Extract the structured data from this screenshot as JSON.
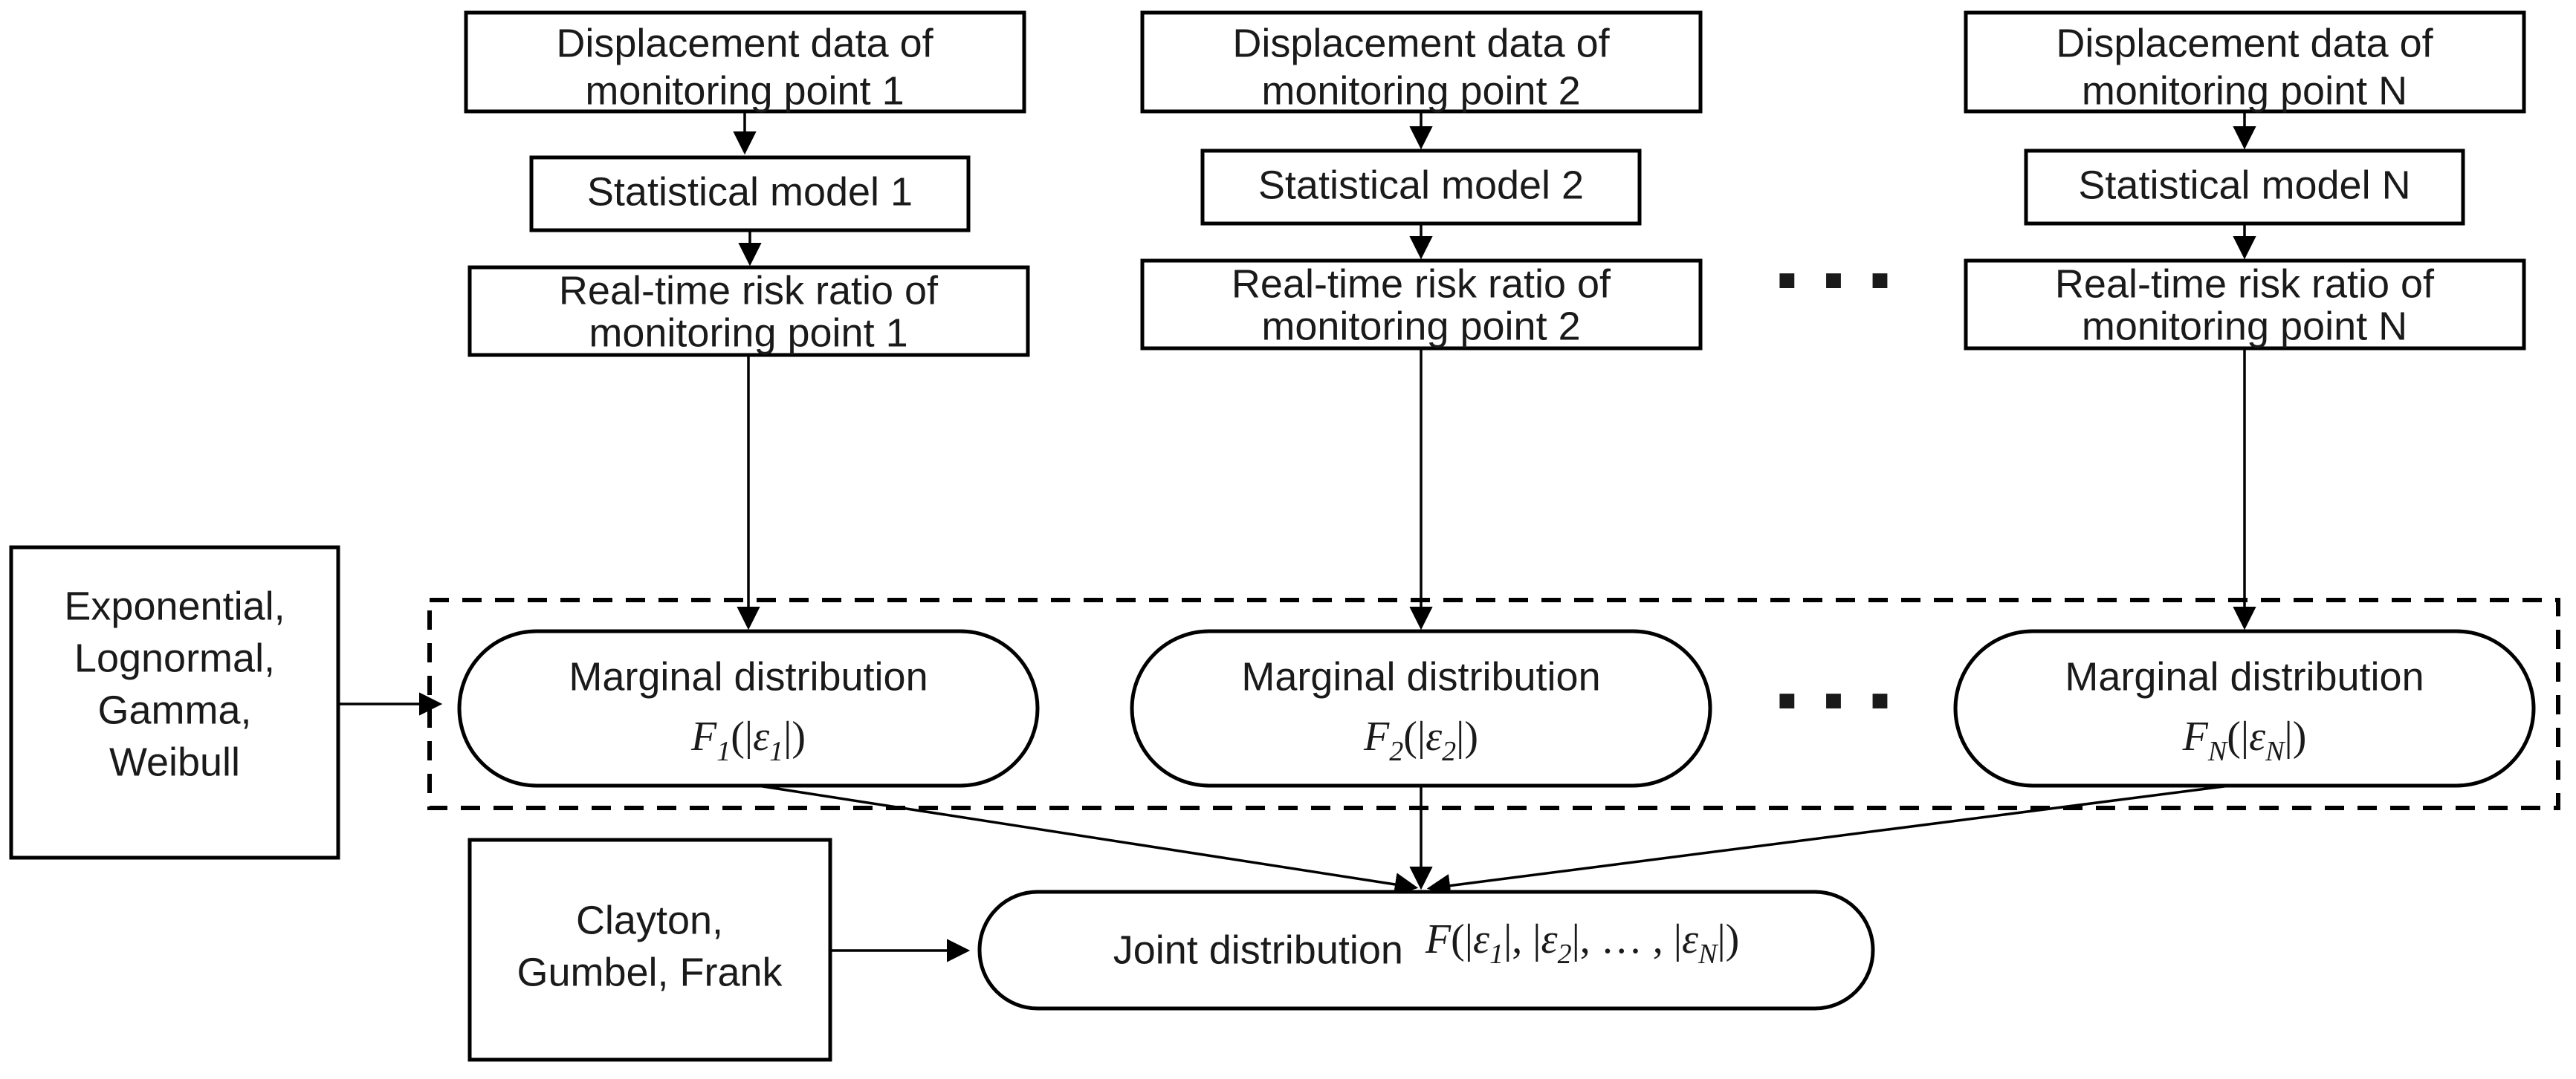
{
  "diagram": {
    "title": "Copula-based joint distribution flowchart",
    "colors": {
      "stroke": "#000000",
      "fill": "#ffffff",
      "text": "#1a1a1a"
    },
    "columns": [
      {
        "index": 1,
        "data_box": {
          "line1": "Displacement data of",
          "line2": "monitoring point 1"
        },
        "model_box": {
          "line1": "Statistical model 1"
        },
        "risk_box": {
          "line1": "Real-time risk ratio of",
          "line2": "monitoring point 1"
        },
        "marginal_box": {
          "line1": "Marginal distribution",
          "formula_F": "F",
          "formula_sub": "1",
          "formula_open": "(|",
          "formula_eps": "ε",
          "formula_eps_sub": "1",
          "formula_close": "|)"
        }
      },
      {
        "index": 2,
        "data_box": {
          "line1": "Displacement data of",
          "line2": "monitoring point 2"
        },
        "model_box": {
          "line1": "Statistical model 2"
        },
        "risk_box": {
          "line1": "Real-time risk ratio of",
          "line2": "monitoring point 2"
        },
        "marginal_box": {
          "line1": "Marginal distribution",
          "formula_F": "F",
          "formula_sub": "2",
          "formula_open": "(|",
          "formula_eps": "ε",
          "formula_eps_sub": "2",
          "formula_close": "|)"
        }
      },
      {
        "index": 3,
        "data_box": {
          "line1": "Displacement data of",
          "line2": "monitoring point N"
        },
        "model_box": {
          "line1": "Statistical model N"
        },
        "risk_box": {
          "line1": "Real-time risk ratio of",
          "line2": "monitoring point N"
        },
        "marginal_box": {
          "line1": "Marginal distribution",
          "formula_F": "F",
          "formula_sub": "N",
          "formula_open": "(|",
          "formula_eps": "ε",
          "formula_eps_sub": "N",
          "formula_close": "|)"
        }
      }
    ],
    "ellipsis_model_row": "▪ ▪ ▪",
    "ellipsis_marginal_row": "▪ ▪ ▪",
    "marginal_family_box": {
      "line1": "Exponential,",
      "line2": "Lognormal,",
      "line3": "Gamma,",
      "line4": "Weibull"
    },
    "copula_family_box": {
      "line1": "Clayton,",
      "line2": "Gumbel, Frank"
    },
    "joint_box": {
      "label": "Joint distribution",
      "formula_F": "F",
      "formula_open": "(|",
      "formula_eps": "ε",
      "formula_eps_sub1": "1",
      "formula_sep1": "|, |",
      "formula_eps_sub2": "2",
      "formula_sep2": "|, … , |",
      "formula_eps_subN": "N",
      "formula_close": "|)"
    }
  }
}
